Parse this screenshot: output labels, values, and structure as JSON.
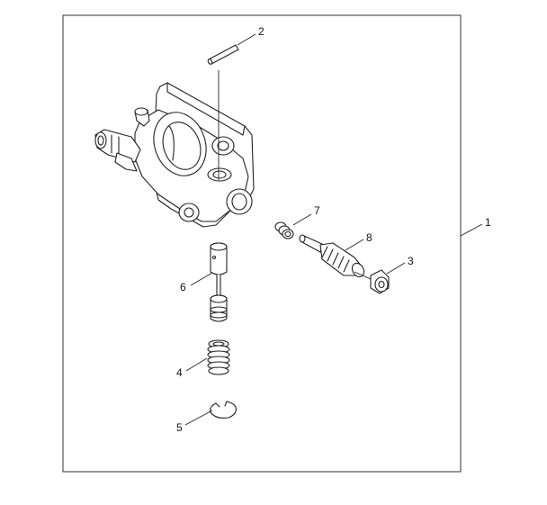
{
  "callouts": [
    {
      "id": "1",
      "label": "1"
    },
    {
      "id": "2",
      "label": "2"
    },
    {
      "id": "3",
      "label": "3"
    },
    {
      "id": "4",
      "label": "4"
    },
    {
      "id": "5",
      "label": "5"
    },
    {
      "id": "6",
      "label": "6"
    },
    {
      "id": "7",
      "label": "7"
    },
    {
      "id": "8",
      "label": "8"
    }
  ],
  "parts": [
    {
      "callout": "1",
      "icon": "oil-pump-assembly-icon"
    },
    {
      "callout": "2",
      "icon": "pin-icon"
    },
    {
      "callout": "3",
      "icon": "nut-icon"
    },
    {
      "callout": "4",
      "icon": "spring-icon"
    },
    {
      "callout": "5",
      "icon": "retaining-ring-icon"
    },
    {
      "callout": "6",
      "icon": "plunger-icon"
    },
    {
      "callout": "7",
      "icon": "small-spring-icon"
    },
    {
      "callout": "8",
      "icon": "worm-gear-shaft-icon"
    }
  ]
}
